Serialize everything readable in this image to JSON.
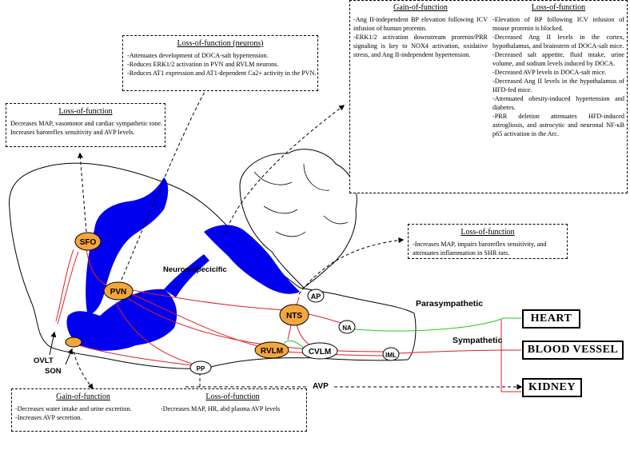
{
  "boxes": {
    "neurons_lof": {
      "title": "Loss-of-function (neurons)",
      "lines": [
        "-Attenuates development of DOCA-salt hypertension.",
        "-Reduces ERK1/2 activation in PVN and RVLM neurons.",
        "-Reduces AT1 expression and AT1-dependent Ca2+ activity in the PVN."
      ]
    },
    "sfo_lof": {
      "title": "Loss-of-function",
      "lines": [
        "Decreases MAP, vasomotor and cardiac sympathetic tone.",
        "Increases baroreflex sensitivity and AVP levels."
      ]
    },
    "brain_gof": {
      "title": "Gain-of-function",
      "lines": [
        "-Ang II-independent BP elevation following ICV infusion of human prorenin.",
        "-ERK1/2 activation downstream prorenin/PRR signaling is key to NOX4 activation, oxidative stress, and Ang II-independent hypertension."
      ]
    },
    "brain_lof": {
      "title": "Loss-of-function",
      "lines": [
        "-Elevation of BP following ICV infusion of mouse prorenin is blocked.",
        "-Decreased Ang II levels in the cortex, hypothalamus, and brainstem of DOCA-salt mice.",
        "-Decreased salt appetite, fluid intake, urine volume, and sodium levels induced by DOCA.",
        "-Decreased AVP levels in DOCA-salt mice.",
        "-Decreased Ang II levels in the hypothalamus of HFD-fed mice.",
        "-Attenuated obesity-induced hypertension and diabetes.",
        "-PRR deletion attenuates HFD-induced astrogliosis, and astrocytic and neuronal NF-κB p65 activation in the Arc."
      ]
    },
    "nts_lof": {
      "title": "Loss-of-function",
      "lines": [
        "-Increases MAP, impairs baroreflex sensitivity, and",
        "attenuates inflammation in SHR rats."
      ]
    },
    "son_gof": {
      "title": "Gain-of-function",
      "lines": [
        "-Decreases water intake and urine excretion.",
        "-Increases AVP secretion."
      ]
    },
    "pp_lof": {
      "title": "Loss-of-function",
      "lines": [
        "-Decreases MAP, HR, abd plasma AVP levels"
      ]
    }
  },
  "nuclei": {
    "sfo": "SFO",
    "pvn": "PVN",
    "nts": "NTS",
    "rvlm": "RVLM",
    "cvlm": "CVLM",
    "ap": "AP",
    "na": "NA",
    "iml": "IML",
    "pp": "PP"
  },
  "labels": {
    "neuron_specific": "Neuron-specicific",
    "ovlt": "OVLT",
    "son": "SON",
    "avp": "AVP",
    "parasympathetic": "Parasympathetic",
    "sympathetic": "Sympathetic"
  },
  "targets": {
    "heart": "HEART",
    "vessel": "BLOOD VESSEL",
    "kidney": "KIDNEY"
  },
  "colors": {
    "ventricle": "#0000ee",
    "nucleus_fill": "#f4a63c",
    "neural_pathway": "#e02020",
    "parasympathetic_pathway": "#22cc22"
  }
}
